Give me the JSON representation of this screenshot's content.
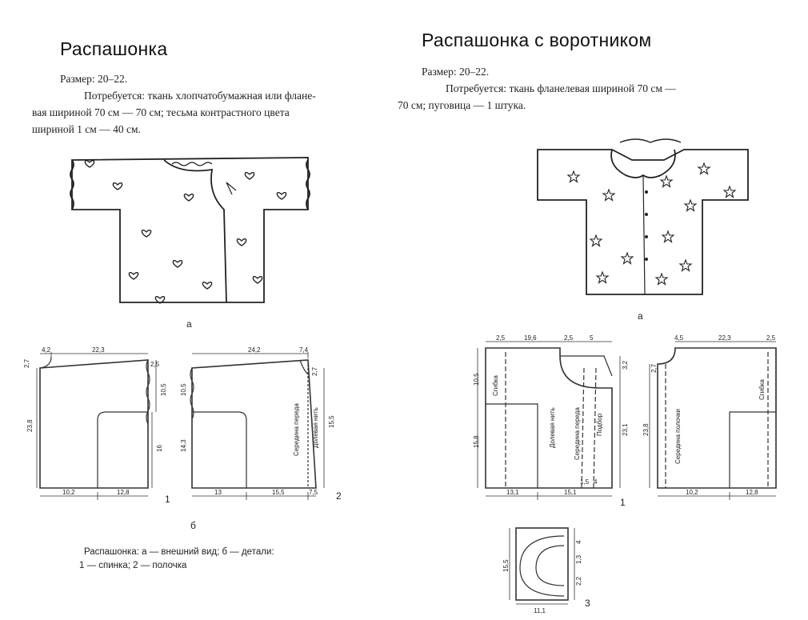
{
  "left": {
    "title": "Распашонка",
    "size_line": "Размер: 20–22.",
    "needs_lines": [
      "Потребуется: ткань хлопчатобумажная или флане-",
      "вая шириной 70 см — 70 см; тесьма контрастного цвета",
      "шириной 1 см — 40 см."
    ],
    "fig_a": "а",
    "fig_b": "б",
    "part1": "1",
    "part2": "2",
    "caption_lines": [
      "Распашонка: а — внешний вид; б — детали:",
      "1 — спинка; 2 — полочка"
    ],
    "dims_back": [
      "4,2",
      "22,3",
      "2,7",
      "2,5",
      "10,5",
      "23,8",
      "16",
      "10,2",
      "12,8"
    ],
    "dims_front": [
      "24,2",
      "7,4",
      "2,7",
      "10,5",
      "14,3",
      "15,5",
      "13",
      "15,5",
      "7,5"
    ],
    "front_labels": [
      "Середина переда",
      "Долевая нить"
    ]
  },
  "right": {
    "title": "Распашонка с воротником",
    "size_line": "Размер: 20–22.",
    "needs_lines": [
      "Потребуется: ткань фланелевая шириной 70 см —",
      "70 см; пуговица — 1 штука."
    ],
    "fig_a": "а",
    "part1": "1",
    "part3": "3",
    "dims_front": [
      "2,5",
      "19,6",
      "2,5",
      "5",
      "10,5",
      "3,2",
      "15,8",
      "23,1",
      "13,1",
      "15,1",
      "1,5",
      "4"
    ],
    "front_labels": [
      "Сгибка",
      "Долевая нить",
      "Середина переда",
      "Подбор"
    ],
    "dims_back": [
      "4,5",
      "22,3",
      "2,5",
      "2,7",
      "23,8",
      "10,2",
      "12,8"
    ],
    "back_labels": [
      "Сгибка",
      "Середина полочки"
    ],
    "dims_collar": [
      "15,5",
      "4",
      "1,3",
      "2,2",
      "11,1"
    ]
  }
}
